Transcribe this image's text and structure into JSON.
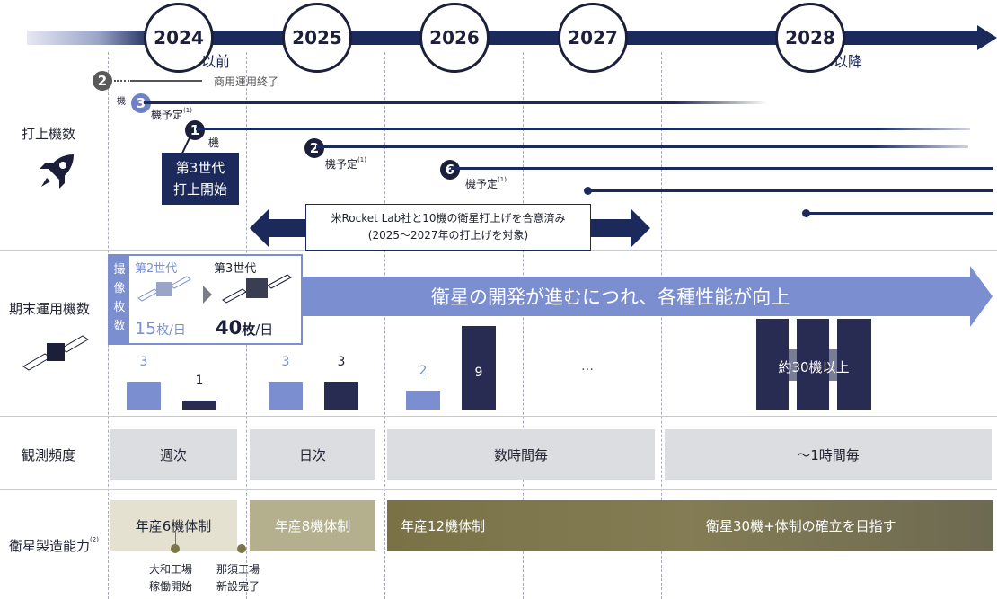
{
  "years": [
    {
      "label": "2024",
      "suffix": "以前"
    },
    {
      "label": "2025",
      "suffix": ""
    },
    {
      "label": "2026",
      "suffix": ""
    },
    {
      "label": "2027",
      "suffix": ""
    },
    {
      "label": "2028",
      "suffix": "以降"
    }
  ],
  "rows": {
    "launch": "打上機数",
    "operating": "期末運用機数",
    "frequency": "観測頻度",
    "manufacturing": "衛星製造能力",
    "manufacturing_sup": "(2)"
  },
  "launch": {
    "badge_2": "2",
    "end_commercial": "商用運用終了",
    "unit_ki": "機",
    "badge_3": "3",
    "scheduled_sup": "機予定",
    "sup1": "(1)",
    "badge_1": "1",
    "gen3_box_line1": "第3世代",
    "gen3_box_line2": "打上開始",
    "badge_2b": "2",
    "badge_6": "6",
    "rocketlab_line1": "米Rocket Lab社と10機の衛星打上げを合意済み",
    "rocketlab_line2": "(2025～2027年の打上げを対象)"
  },
  "operating": {
    "imaging_vertical": [
      "撮",
      "像",
      "枚",
      "数"
    ],
    "gen2": "第2世代",
    "gen3": "第3世代",
    "gen2_num": "15",
    "gen2_unit": "枚/日",
    "gen3_num": "40",
    "gen3_unit_bold": "枚",
    "gen3_unit": "/日",
    "arrow_text": "衛星の開発が進むにつれ、各種性能が向上",
    "ellipsis": "…",
    "label_2028": "約30機以上"
  },
  "chart_data": {
    "type": "bar",
    "categories": [
      "2024",
      "2025",
      "2026",
      "2027",
      "2028"
    ],
    "series": [
      {
        "values": [
          3,
          3,
          2,
          null,
          null
        ]
      },
      {
        "values": [
          1,
          3,
          9,
          null,
          null
        ]
      }
    ],
    "annotations": [
      "約30機以上"
    ]
  },
  "frequency": {
    "weekly": "週次",
    "daily": "日次",
    "hourly": "数時間毎",
    "one_hour": "～1時間毎"
  },
  "manufacturing": {
    "cap6": "年産6機体制",
    "cap8": "年産8機体制",
    "cap12": "年産12機体制",
    "cap30": "衛星30機+体制の確立を目指す",
    "yamato_line1": "大和工場",
    "yamato_line2": "稼働開始",
    "nasu_line1": "那須工場",
    "nasu_line2": "新設完了"
  },
  "colors": {
    "navy": "#1b1f3a",
    "light_blue": "#7a8ed0",
    "arrow_blue": "#7a8ed0",
    "gray_box": "#dcdde0",
    "mfg1": "#e4e1d0",
    "mfg2": "#b4b08e",
    "mfg3": "#7b7547"
  }
}
